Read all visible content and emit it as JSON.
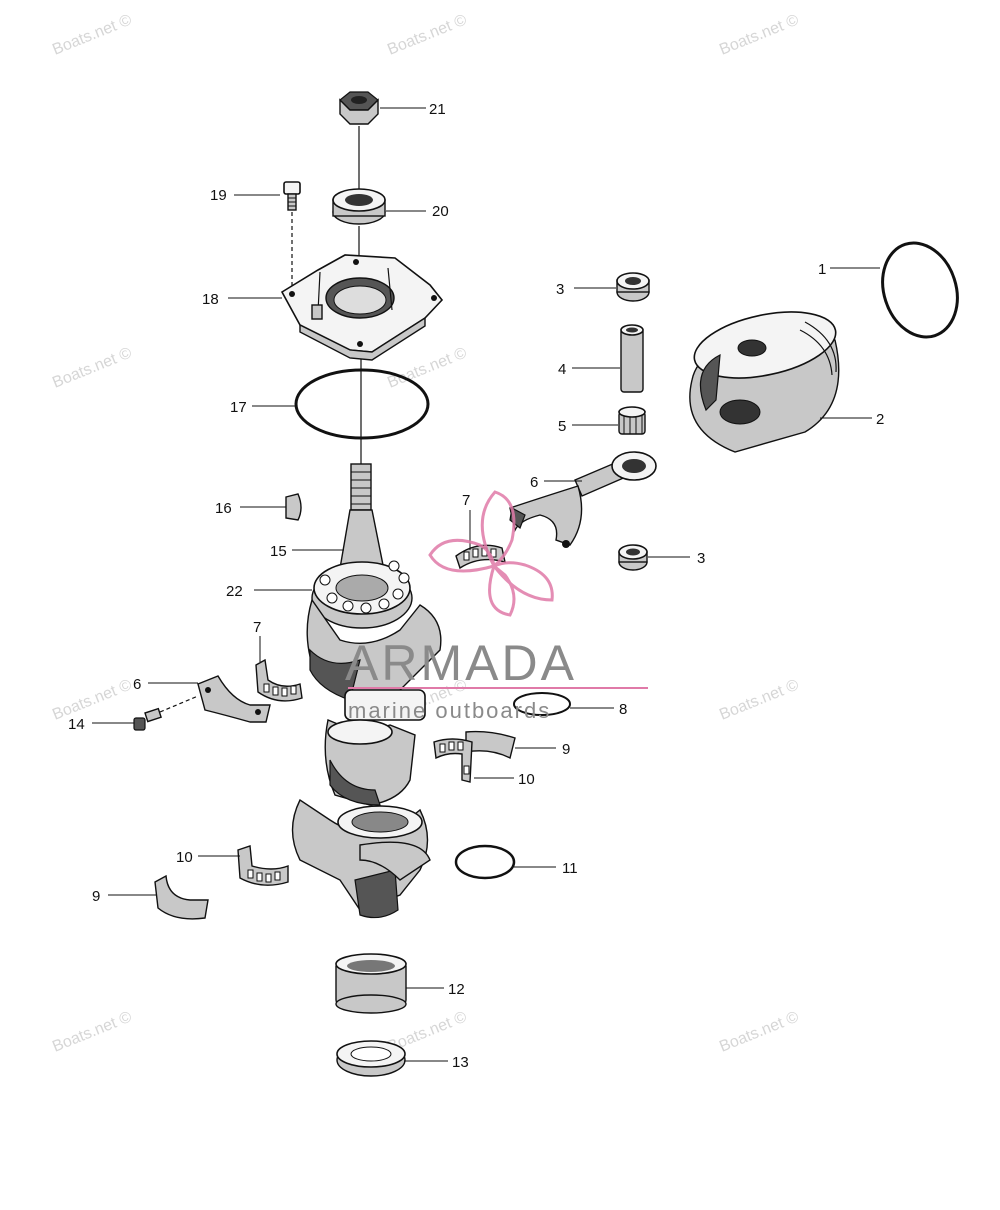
{
  "watermark": {
    "text": "Boats.net ©"
  },
  "logo": {
    "name": "ARMADA",
    "tagline": "marine outboards",
    "color": "#e07aa8"
  },
  "callouts": [
    "21",
    "19",
    "20",
    "18",
    "3",
    "1",
    "4",
    "17",
    "5",
    "2",
    "6",
    "16",
    "7",
    "15",
    "3",
    "22",
    "7",
    "6",
    "8",
    "14",
    "9",
    "10",
    "10",
    "11",
    "9",
    "12",
    "13"
  ]
}
